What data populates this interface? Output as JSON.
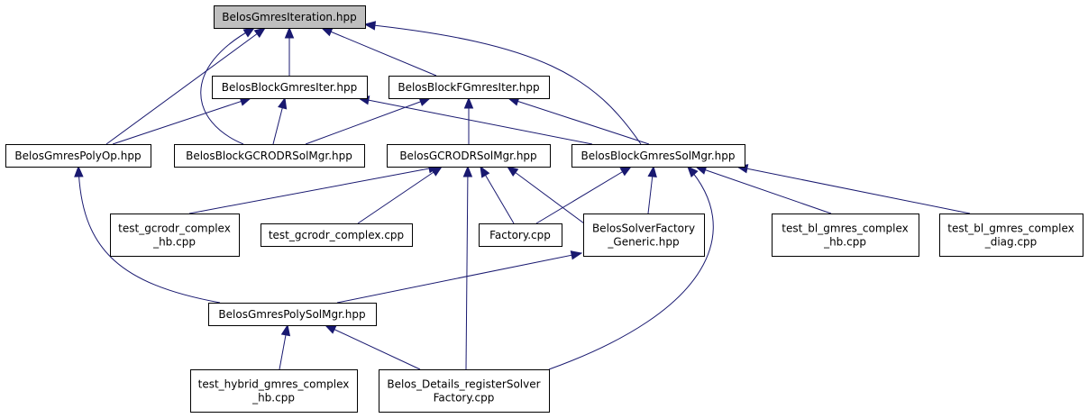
{
  "diagram": {
    "type": "include-dependency-graph",
    "colors": {
      "edge": "#191970",
      "root_fill": "#bfbfbf",
      "node_fill": "#ffffff",
      "border": "#000000"
    },
    "nodes": [
      {
        "id": "n0",
        "lines": [
          "BelosGmresIteration.hpp"
        ],
        "root": true
      },
      {
        "id": "n1",
        "lines": [
          "BelosBlockGmresIter.hpp"
        ]
      },
      {
        "id": "n2",
        "lines": [
          "BelosBlockFGmresIter.hpp"
        ]
      },
      {
        "id": "n3",
        "lines": [
          "BelosGmresPolyOp.hpp"
        ]
      },
      {
        "id": "n4",
        "lines": [
          "BelosBlockGCRODRSolMgr.hpp"
        ]
      },
      {
        "id": "n5",
        "lines": [
          "BelosGCRODRSolMgr.hpp"
        ]
      },
      {
        "id": "n6",
        "lines": [
          "BelosBlockGmresSolMgr.hpp"
        ]
      },
      {
        "id": "n7",
        "lines": [
          "test_gcrodr_complex",
          "_hb.cpp"
        ]
      },
      {
        "id": "n8",
        "lines": [
          "test_gcrodr_complex.cpp"
        ]
      },
      {
        "id": "n9",
        "lines": [
          "Factory.cpp"
        ]
      },
      {
        "id": "n10",
        "lines": [
          "BelosSolverFactory",
          "_Generic.hpp"
        ]
      },
      {
        "id": "n11",
        "lines": [
          "test_bl_gmres_complex",
          "_hb.cpp"
        ]
      },
      {
        "id": "n12",
        "lines": [
          "test_bl_gmres_complex",
          "_diag.cpp"
        ]
      },
      {
        "id": "n13",
        "lines": [
          "BelosGmresPolySolMgr.hpp"
        ]
      },
      {
        "id": "n14",
        "lines": [
          "test_hybrid_gmres_complex",
          "_hb.cpp"
        ]
      },
      {
        "id": "n15",
        "lines": [
          "Belos_Details_registerSolver",
          "Factory.cpp"
        ]
      }
    ],
    "edges": [
      {
        "from": "n1",
        "to": "n0"
      },
      {
        "from": "n2",
        "to": "n0"
      },
      {
        "from": "n3",
        "to": "n0"
      },
      {
        "from": "n4",
        "to": "n0"
      },
      {
        "from": "n6",
        "to": "n0"
      },
      {
        "from": "n3",
        "to": "n1"
      },
      {
        "from": "n4",
        "to": "n1"
      },
      {
        "from": "n6",
        "to": "n1"
      },
      {
        "from": "n4",
        "to": "n2"
      },
      {
        "from": "n5",
        "to": "n2"
      },
      {
        "from": "n6",
        "to": "n2"
      },
      {
        "from": "n13",
        "to": "n3"
      },
      {
        "from": "n7",
        "to": "n5"
      },
      {
        "from": "n8",
        "to": "n5"
      },
      {
        "from": "n9",
        "to": "n5"
      },
      {
        "from": "n10",
        "to": "n5"
      },
      {
        "from": "n15",
        "to": "n5"
      },
      {
        "from": "n9",
        "to": "n6"
      },
      {
        "from": "n10",
        "to": "n6"
      },
      {
        "from": "n11",
        "to": "n6"
      },
      {
        "from": "n12",
        "to": "n6"
      },
      {
        "from": "n15",
        "to": "n6"
      },
      {
        "from": "n13",
        "to": "n10"
      },
      {
        "from": "n14",
        "to": "n13"
      },
      {
        "from": "n15",
        "to": "n13"
      }
    ]
  }
}
